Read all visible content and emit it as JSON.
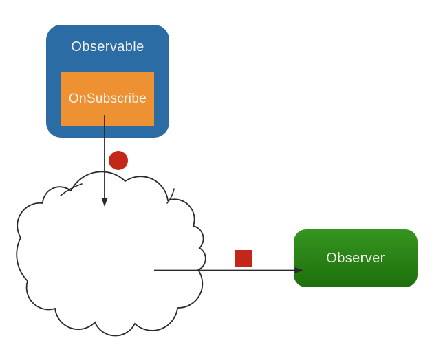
{
  "palette": {
    "background": "#FFFFFF",
    "observable_blue": "#2B6CA4",
    "onsubscribe_orange": "#EE9133",
    "observer_green_top": "#37951F",
    "observer_green_bottom": "#1E6F0C",
    "emission_red": "#C3271A",
    "line_color": "#2A2A2A",
    "label_text": "#F2F1EC"
  },
  "diagram": {
    "observable": {
      "label": "Observable"
    },
    "onsubscribe": {
      "label": "OnSubscribe"
    },
    "observer": {
      "label": "Observer"
    }
  }
}
